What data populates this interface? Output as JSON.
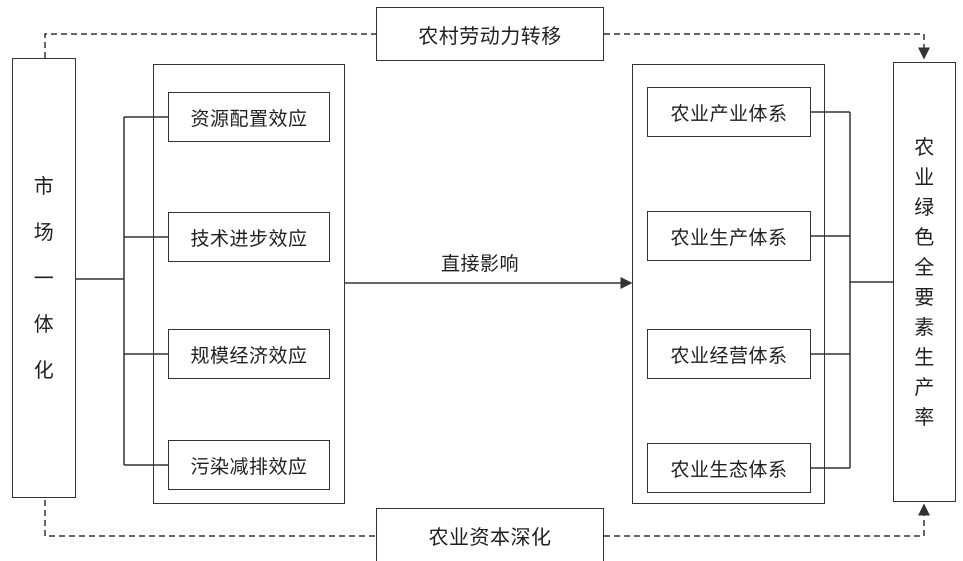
{
  "left_box": {
    "chars": [
      "市",
      "场",
      "一",
      "体",
      "化"
    ]
  },
  "right_box": {
    "chars": [
      "农",
      "业",
      "绿",
      "色",
      "全",
      "要",
      "素",
      "生",
      "产",
      "率"
    ]
  },
  "top_path": {
    "label": "农村劳动力转移"
  },
  "bottom_path": {
    "label": "农业资本深化"
  },
  "mechanisms": [
    {
      "label": "资源配置效应"
    },
    {
      "label": "技术进步效应"
    },
    {
      "label": "规模经济效应"
    },
    {
      "label": "污染减排效应"
    }
  ],
  "systems": [
    {
      "label": "农业产业体系"
    },
    {
      "label": "农业生产体系"
    },
    {
      "label": "农业经营体系"
    },
    {
      "label": "农业生态体系"
    }
  ],
  "center_arrow": {
    "label": "直接影响"
  },
  "colors": {
    "line": "#333333",
    "text": "#1f1f1f"
  }
}
